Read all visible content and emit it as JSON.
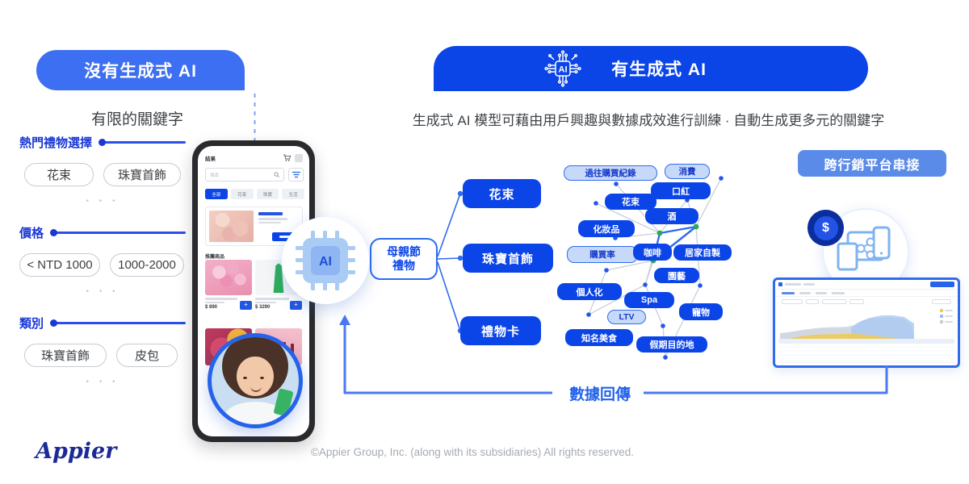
{
  "colors": {
    "primary_blue": "#0B45E8",
    "bright_blue": "#3D6FF2",
    "light_node_fill": "#C7D9F8",
    "platform_blue": "#5B8BE8",
    "feedback_blue": "#2563EB"
  },
  "left_panel": {
    "banner_title": "沒有生成式 AI",
    "subtitle": "有限的關鍵字",
    "groups": [
      {
        "label": "熱門禮物選擇",
        "chips": [
          "花束",
          "珠寶首飾"
        ],
        "ellipsis": "• • •"
      },
      {
        "label": "價格",
        "chips": [
          "< NTD 1000",
          "1000-2000"
        ],
        "ellipsis": "• • •"
      },
      {
        "label": "類別",
        "chips": [
          "珠寶首飾",
          "皮包"
        ],
        "ellipsis": "• • •"
      }
    ]
  },
  "phone_app": {
    "header_title": "結果",
    "search_placeholder": "搜尋",
    "tabs": [
      "全部",
      "花束",
      "珠寶",
      "生活"
    ],
    "recommend_label": "推薦商品",
    "products": [
      {
        "price": "$ 890"
      },
      {
        "price": "$ 3290"
      }
    ],
    "plus_label": "+"
  },
  "ai_chip_label": "AI",
  "right_panel": {
    "banner_title": "有生成式 AI",
    "banner_icon_label": "AI",
    "subtitle": "生成式 AI 模型可藉由用戶興趣與數據成效進行訓練 · 自動生成更多元的關鍵字",
    "mindmap": {
      "root_line1": "母親節",
      "root_line2": "禮物",
      "children": [
        "花束",
        "珠寶首飾",
        "禮物卡"
      ]
    },
    "network": {
      "nodes": [
        {
          "label": "過往購買紀錄",
          "style": "light"
        },
        {
          "label": "消費",
          "style": "light"
        },
        {
          "label": "口紅",
          "style": "solid"
        },
        {
          "label": "花束",
          "style": "solid"
        },
        {
          "label": "酒",
          "style": "solid"
        },
        {
          "label": "化妝品",
          "style": "solid"
        },
        {
          "label": "購買率",
          "style": "light"
        },
        {
          "label": "咖啡",
          "style": "solid"
        },
        {
          "label": "居家自製",
          "style": "solid"
        },
        {
          "label": "園藝",
          "style": "solid"
        },
        {
          "label": "個人化",
          "style": "solid"
        },
        {
          "label": "Spa",
          "style": "solid"
        },
        {
          "label": "寵物",
          "style": "solid"
        },
        {
          "label": "LTV",
          "style": "light"
        },
        {
          "label": "知名美食",
          "style": "solid"
        },
        {
          "label": "假期目的地",
          "style": "solid"
        }
      ]
    },
    "platform_banner": "跨行銷平台串接",
    "dollar_sign": "$",
    "feedback_label": "數據回傳"
  },
  "footer": {
    "logo": "Appier",
    "copyright": "©Appier Group, Inc. (along with its subsidiaries) All rights reserved."
  }
}
